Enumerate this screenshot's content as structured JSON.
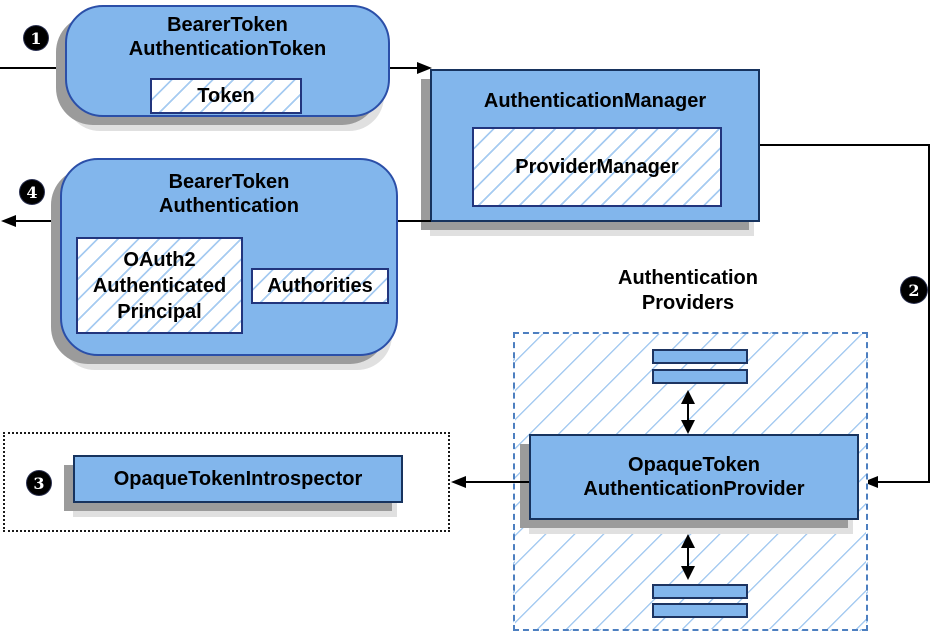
{
  "badges": {
    "step1": "1",
    "step2": "2",
    "step3": "3",
    "step4": "4"
  },
  "nodes": {
    "bearerTokenAuthenticationToken": {
      "line1": "BearerToken",
      "line2": "AuthenticationToken",
      "token": "Token"
    },
    "authenticationManager": {
      "title": "AuthenticationManager",
      "providerManager": "ProviderManager"
    },
    "bearerTokenAuthentication": {
      "line1": "BearerToken",
      "line2": "Authentication",
      "principal1": "OAuth2",
      "principal2": "Authenticated",
      "principal3": "Principal",
      "authorities": "Authorities"
    },
    "authenticationProviders": {
      "line1": "Authentication",
      "line2": "Providers"
    },
    "opaqueTokenAuthenticationProvider": {
      "line1": "OpaqueToken",
      "line2": "AuthenticationProvider"
    },
    "opaqueTokenIntrospector": {
      "title": "OpaqueTokenIntrospector"
    }
  },
  "colors": {
    "node_fill": "#82B6EC",
    "node_border": "#17335E",
    "rounded_node_border": "#2B4FA8",
    "inner_box_border": "#22357D",
    "hatch_line": "#A6CBF1",
    "providers_dashed_border": "#4D7FC0",
    "dotted_border": "#1A1A1A",
    "shadow_dark": "#9B9B9B",
    "shadow_light": "#E0E0E0",
    "arrow": "#000000"
  }
}
